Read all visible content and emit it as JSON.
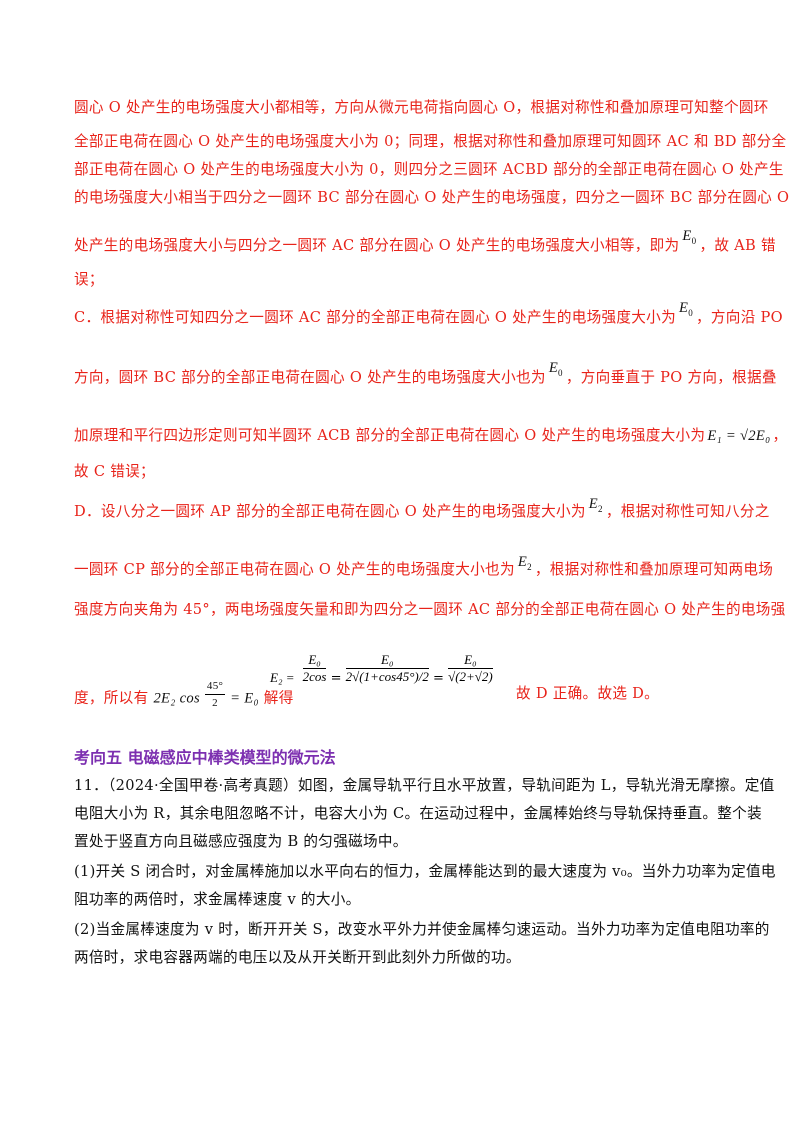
{
  "lines": {
    "l1": "圆心 O 处产生的电场强度大小都相等，方向从微元电荷指向圆心 O，根据对称性和叠加原理可知整个圆环",
    "l2": "全部正电荷在圆心 O 处产生的电场强度大小为 0；同理，根据对称性和叠加原理可知圆环 AC 和 BD 部分全",
    "l3": "部正电荷在圆心 O 处产生的电场强度大小为 0，则四分之三圆环 ACBD 部分的全部正电荷在圆心 O 处产生",
    "l4": "的电场强度大小相当于四分之一圆环 BC 部分在圆心 O 处产生的电场强度，四分之一圆环 BC 部分在圆心 O",
    "l5": "处产生的电场强度大小与四分之一圆环 AC 部分在圆心 O 处产生的电场强度大小相等，即为",
    "l5b": "，故 AB 错",
    "l6": "误；",
    "l7": "C．根据对称性可知四分之一圆环 AC 部分的全部正电荷在圆心 O 处产生的电场强度大小为",
    "l7b": "，方向沿 PO",
    "l8": "方向，圆环 BC 部分的全部正电荷在圆心 O 处产生的电场强度大小也为",
    "l8b": "，方向垂直于 PO 方向，根据叠",
    "l9": "加原理和平行四边形定则可知半圆环 ACB 部分的全部正电荷在圆心 O 处产生的电场强度大小为",
    "l9b": "，",
    "l10": "故 C 错误；",
    "l11": "D．设八分之一圆环 AP 部分的全部正电荷在圆心 O 处产生的电场强度大小为",
    "l11b": "，根据对称性可知八分之",
    "l12": "一圆环 CP 部分的全部正电荷在圆心 O 处产生的电场强度大小也为",
    "l12b": "，根据对称性和叠加原理可知两电场",
    "l13": "强度方向夹角为 45°，两电场强度矢量和即为四分之一圆环 AC 部分的全部正电荷在圆心 O 处产生的电场强",
    "l14a": "度，所以有",
    "l14b": "解得",
    "l14c": "故 D 正确。故选 D。"
  },
  "symbols": {
    "e0": "E",
    "e0sub": "0",
    "e1eq": "E₁ = √2E₀",
    "e2": "E",
    "e2sub": "2",
    "eq14": "2E₂ cos",
    "eq14b": "= E₀",
    "frac45": "45°",
    "frac2": "2",
    "solve": "E₂ =",
    "solveNum": "E₀",
    "solveDen1": "2cos",
    "solveDen2": "2√(1+cos45°)/2",
    "solveDen3": "√(2+√2)"
  },
  "heading": "考向五  电磁感应中棒类模型的微元法",
  "problem": {
    "p1": "11．（2024·全国甲卷·高考真题）如图，金属导轨平行且水平放置，导轨间距为 L，导轨光滑无摩擦。定值",
    "p2": "电阻大小为 R，其余电阻忽略不计，电容大小为 C。在运动过程中，金属棒始终与导轨保持垂直。整个装",
    "p3": "置处于竖直方向且磁感应强度为 B 的匀强磁场中。",
    "p4": "(1)开关 S 闭合时，对金属棒施加以水平向右的恒力，金属棒能达到的最大速度为 v₀。当外力功率为定值电",
    "p5": "阻功率的两倍时，求金属棒速度 v 的大小。",
    "p6": " (2)当金属棒速度为 v 时，断开开关 S，改变水平外力并使金属棒匀速运动。当外力功率为定值电阻功率的",
    "p7": "两倍时，求电容器两端的电压以及从开关断开到此刻外力所做的功。"
  },
  "colors": {
    "answer": "#e8231a",
    "heading": "#7c2fb0",
    "body": "#111111"
  }
}
